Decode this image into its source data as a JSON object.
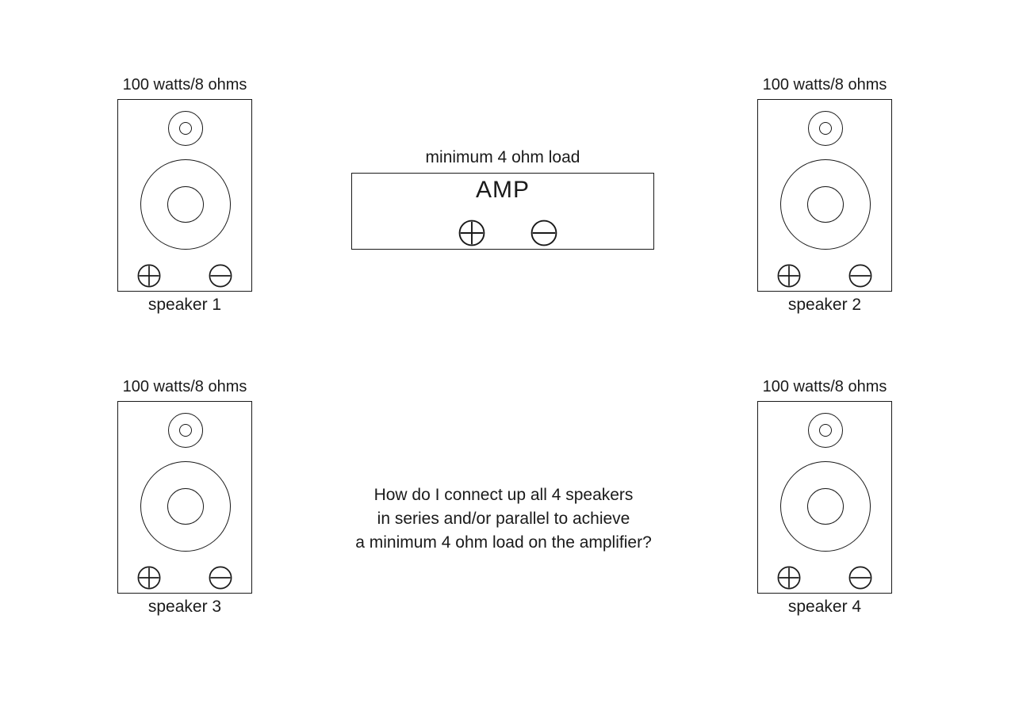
{
  "amp": {
    "load_label": "minimum 4 ohm load",
    "name": "AMP"
  },
  "speakers": [
    {
      "rating": "100 watts/8 ohms",
      "label": "speaker 1"
    },
    {
      "rating": "100 watts/8 ohms",
      "label": "speaker 2"
    },
    {
      "rating": "100 watts/8 ohms",
      "label": "speaker 3"
    },
    {
      "rating": "100 watts/8 ohms",
      "label": "speaker 4"
    }
  ],
  "question": {
    "line1": "How do I connect up all 4 speakers",
    "line2": "in series and/or parallel to achieve",
    "line3": "a minimum 4 ohm load on the amplifier?"
  },
  "colors": {
    "line": "#1a1a1a",
    "background": "#ffffff"
  }
}
